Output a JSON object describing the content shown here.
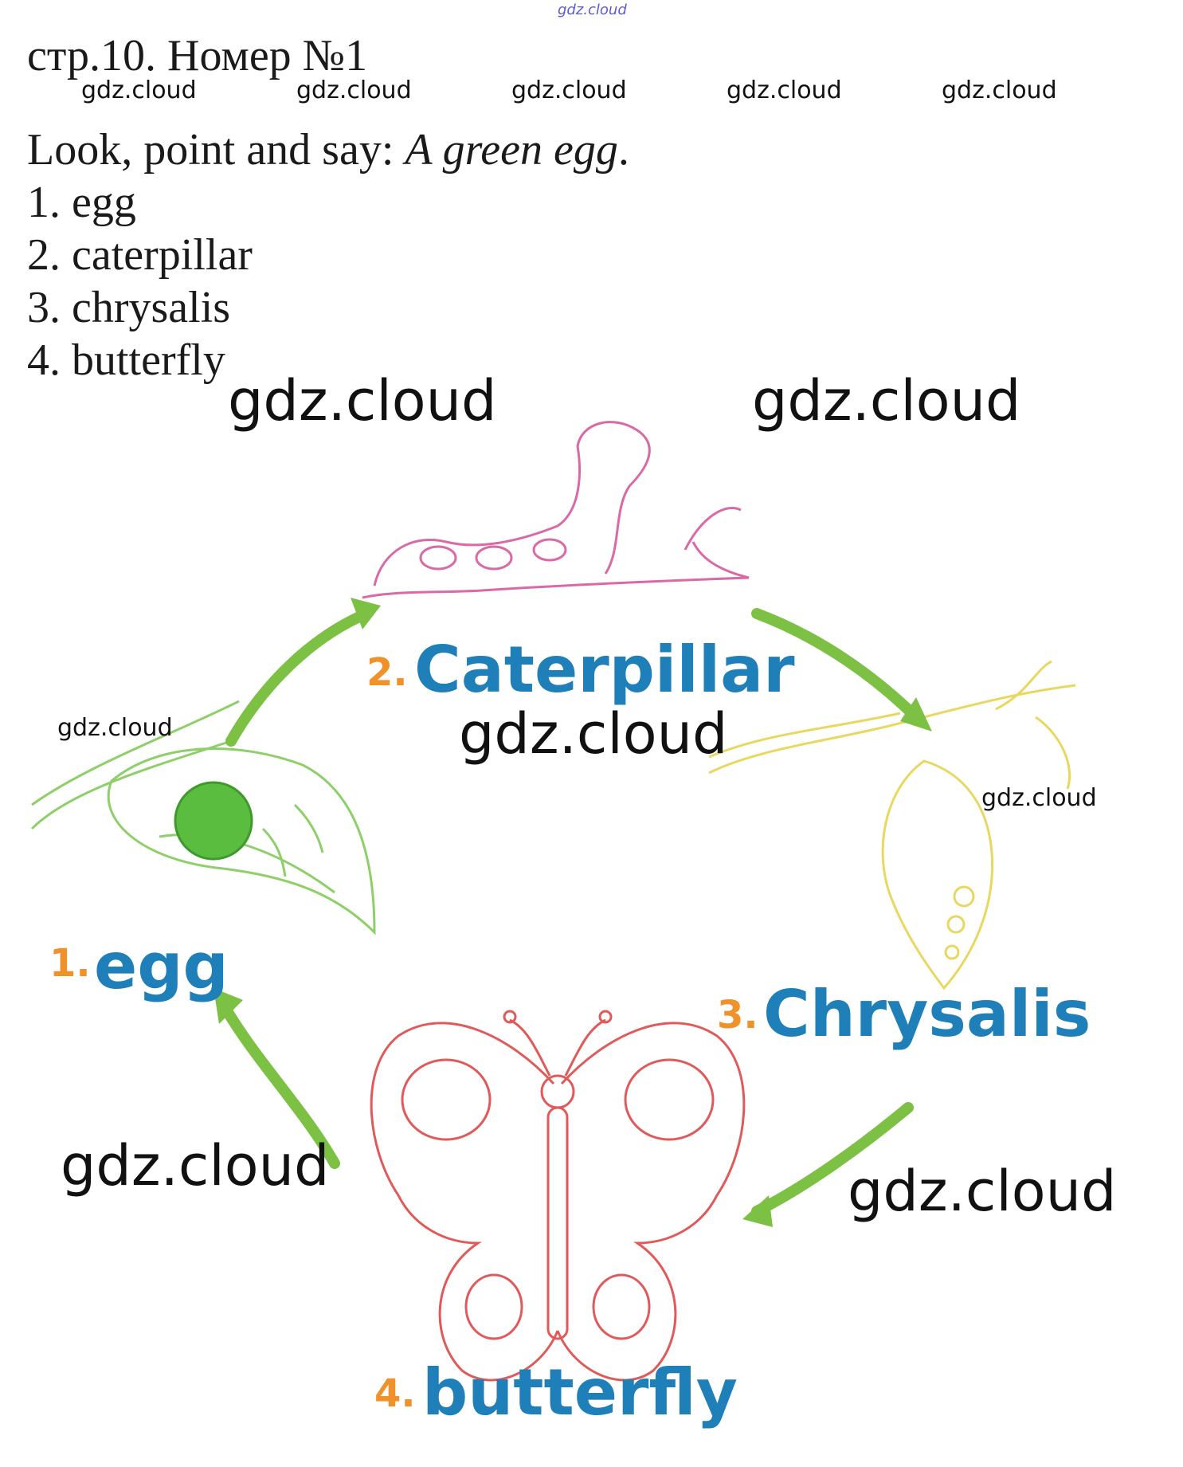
{
  "page": {
    "title": "стр.10. Номер №1",
    "instruction_prefix": "Look, point and say: ",
    "instruction_example": "A green egg",
    "instruction_suffix": ".",
    "list": [
      "1. egg",
      "2. caterpillar",
      "3. chrysalis",
      "4. butterfly"
    ]
  },
  "watermark": {
    "text": "gdz.cloud"
  },
  "diagram": {
    "labels": {
      "egg_num": "1.",
      "egg": "egg",
      "caterpillar_num": "2.",
      "caterpillar": "Caterpillar",
      "chrysalis_num": "3.",
      "chrysalis": "Chrysalis",
      "butterfly_num": "4.",
      "butterfly": "butterfly"
    },
    "colors": {
      "number": "#f0922b",
      "label": "#1f7fb8",
      "arrow": "#7cc143",
      "egg": "#5bbd3f",
      "leaf_line": "#8fcf6a",
      "caterpillar_line": "#d96aa6",
      "chrysalis_line": "#e8d862",
      "butterfly_line": "#e05a5a"
    }
  }
}
